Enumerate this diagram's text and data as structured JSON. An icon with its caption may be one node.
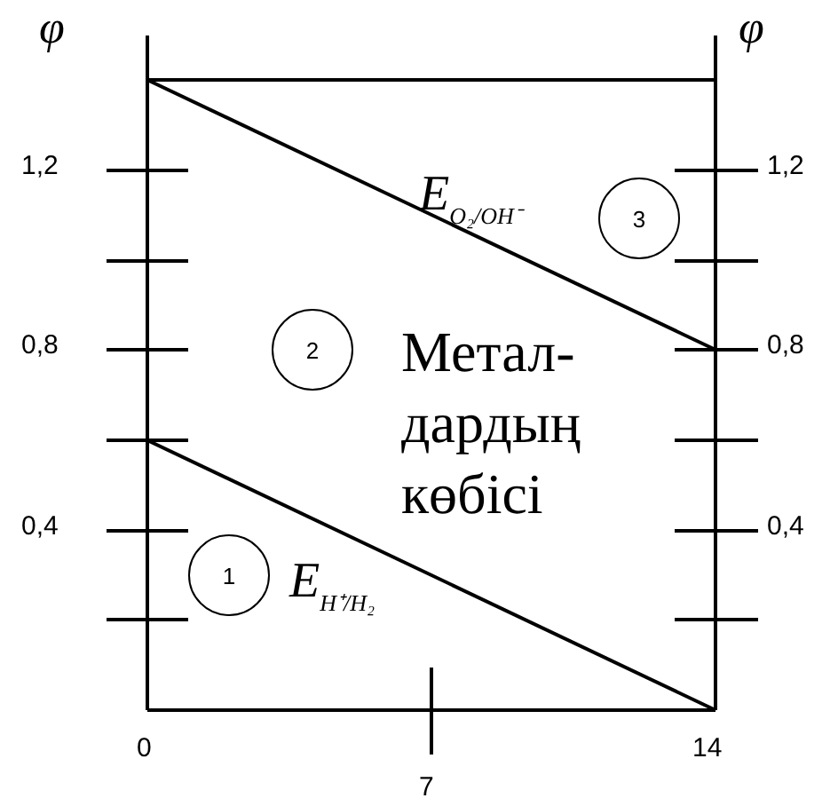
{
  "diagram": {
    "nodes": [
      {
        "text": [
          "1"
        ]
      },
      {
        "text": [
          "2"
        ]
      },
      {
        "text": [
          "3"
        ]
      }
    ],
    "labels": [
      "φ",
      "φ",
      "1,2",
      "E$_{O₂/OH⁻}$",
      "1,2",
      "0,8",
      "Метал- дардың көбісі",
      "0,8",
      "0,4",
      "E$_{H⁺/H₂}$",
      "0,4",
      "0",
      "14",
      "7"
    ]
  }
}
